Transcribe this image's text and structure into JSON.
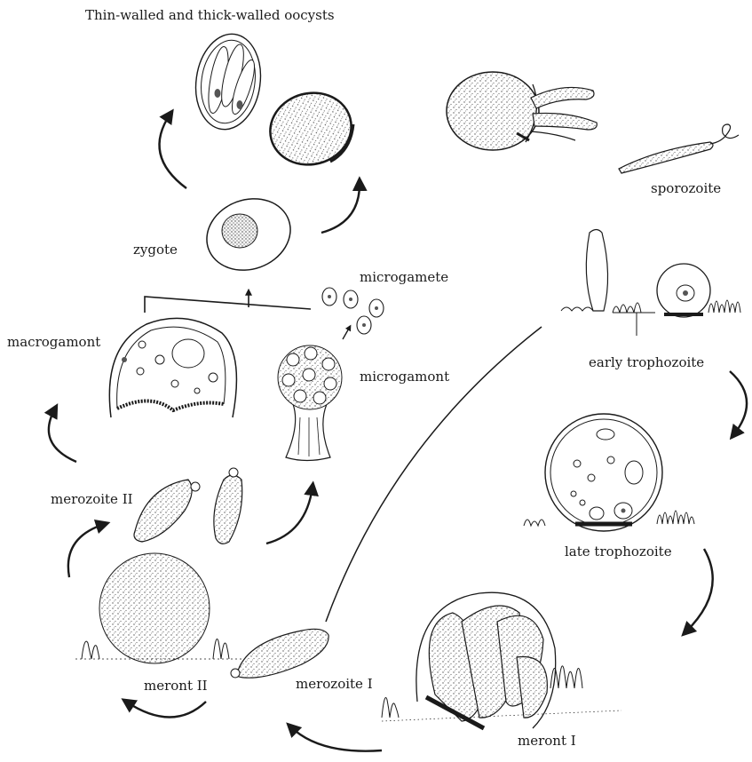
{
  "title": "Thin-walled and thick-walled oocysts",
  "labels": {
    "sporozoite": "sporozoite",
    "zygote": "zygote",
    "microgamete": "microgamete",
    "macrogamont": "macrogamont",
    "microgamont": "microgamont",
    "early_trophozoite": "early trophozoite",
    "late_trophozoite": "late trophozoite",
    "merozoite_2": "merozoite II",
    "meront_2": "meront II",
    "merozoite_1": "merozoite I",
    "meront_1": "meront I"
  },
  "colors": {
    "ink": "#1a1a1a",
    "stipple": "#555555",
    "background": "#ffffff"
  }
}
